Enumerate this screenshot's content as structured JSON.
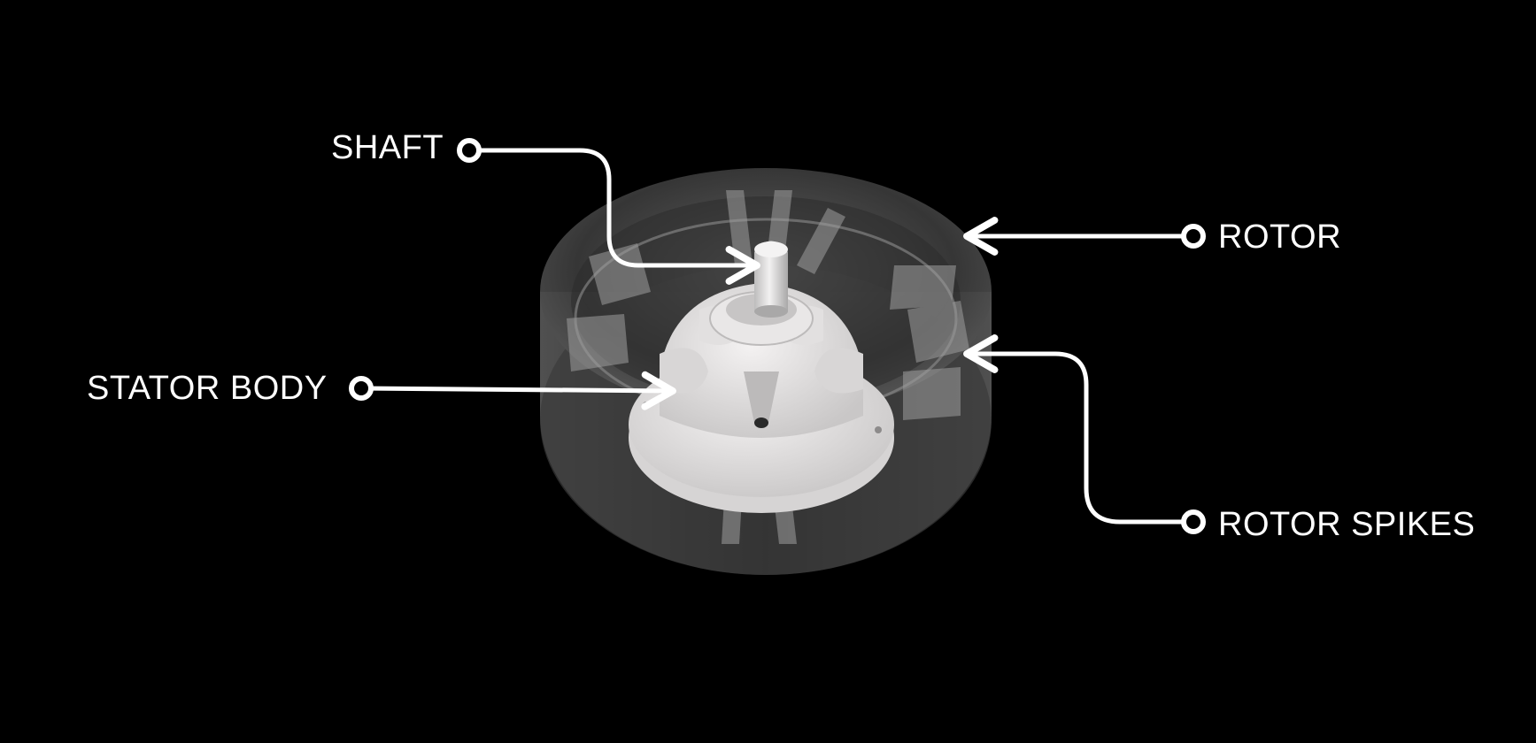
{
  "labels": {
    "shaft": "SHAFT",
    "stator_body": "STATOR BODY",
    "rotor": "ROTOR",
    "rotor_spikes": "ROTOR SPIKES"
  },
  "colors": {
    "background": "#000000",
    "callout": "#ffffff",
    "rotor_shell": "#9a9a9a",
    "stator": "#e8e6e6"
  },
  "components": [
    "motor-rotor-housing",
    "rotor-spikes",
    "stator-body",
    "shaft"
  ]
}
